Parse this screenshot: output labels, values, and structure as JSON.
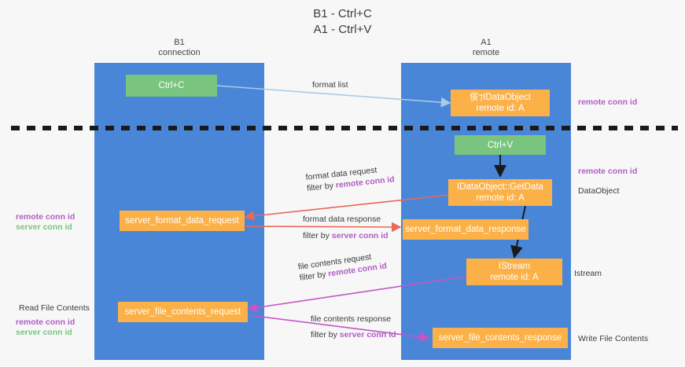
{
  "title": {
    "line1": "B1 - Ctrl+C",
    "line2": "A1 - Ctrl+V"
  },
  "columns": [
    {
      "name": "B1",
      "role": "connection"
    },
    {
      "name": "A1",
      "role": "remote"
    }
  ],
  "colors": {
    "lane": "#4a86d8",
    "box_green": "#79c47e",
    "box_orange": "#fbb148",
    "remote_conn_id": "#b05ec4",
    "server_conn_id": "#79c47e",
    "arrow_format_list": "#a8cbe8",
    "arrow_format_data": "#e8685a",
    "arrow_file_contents": "#c655c6",
    "arrow_black": "#1a1a1a",
    "divider": "#1a1a1a"
  },
  "boxes": {
    "ctrl_c": {
      "label": "Ctrl+C"
    },
    "ctrl_v": {
      "label": "Ctrl+V"
    },
    "idataobject_remote": {
      "line1": "佞⁊IDataObject",
      "line2": "remote id: A"
    },
    "getdata": {
      "line1": "IDataObject::GetData",
      "line2": "remote id: A"
    },
    "istream": {
      "line1": "IStream",
      "line2": "remote id: A"
    },
    "server_format_data_request": {
      "label": "server_format_data_request"
    },
    "server_format_data_response": {
      "label": "server_format_data_response"
    },
    "server_file_contents_request": {
      "label": "server_file_contents_request"
    },
    "server_file_contents_response": {
      "label": "server_file_contents_response"
    }
  },
  "edges": {
    "format_list": {
      "label": "format list"
    },
    "format_data_request": {
      "line1": "format data request",
      "filter_prefix": "filter by ",
      "filter_key": "remote conn id"
    },
    "format_data_response": {
      "line1": "format data response",
      "filter_prefix": "filter by ",
      "filter_key": "server conn id"
    },
    "file_contents_request": {
      "line1": "file contents request",
      "filter_prefix": "filter by ",
      "filter_key": "remote conn id"
    },
    "file_contents_response": {
      "line1": "file contents response",
      "filter_prefix": "filter by ",
      "filter_key": "server conn id"
    }
  },
  "side_labels": {
    "right_remote_conn_id_1": "remote conn id",
    "right_remote_conn_id_2": "remote conn id",
    "right_dataobject": "DataObject",
    "right_istream": "Istream",
    "right_write_file_contents": "Write File Contents",
    "left_remote_conn_id_1": "remote conn id",
    "left_server_conn_id_1": "server conn id",
    "left_read_file_contents": "Read File Contents",
    "left_remote_conn_id_2": "remote conn id",
    "left_server_conn_id_2": "server conn id"
  }
}
